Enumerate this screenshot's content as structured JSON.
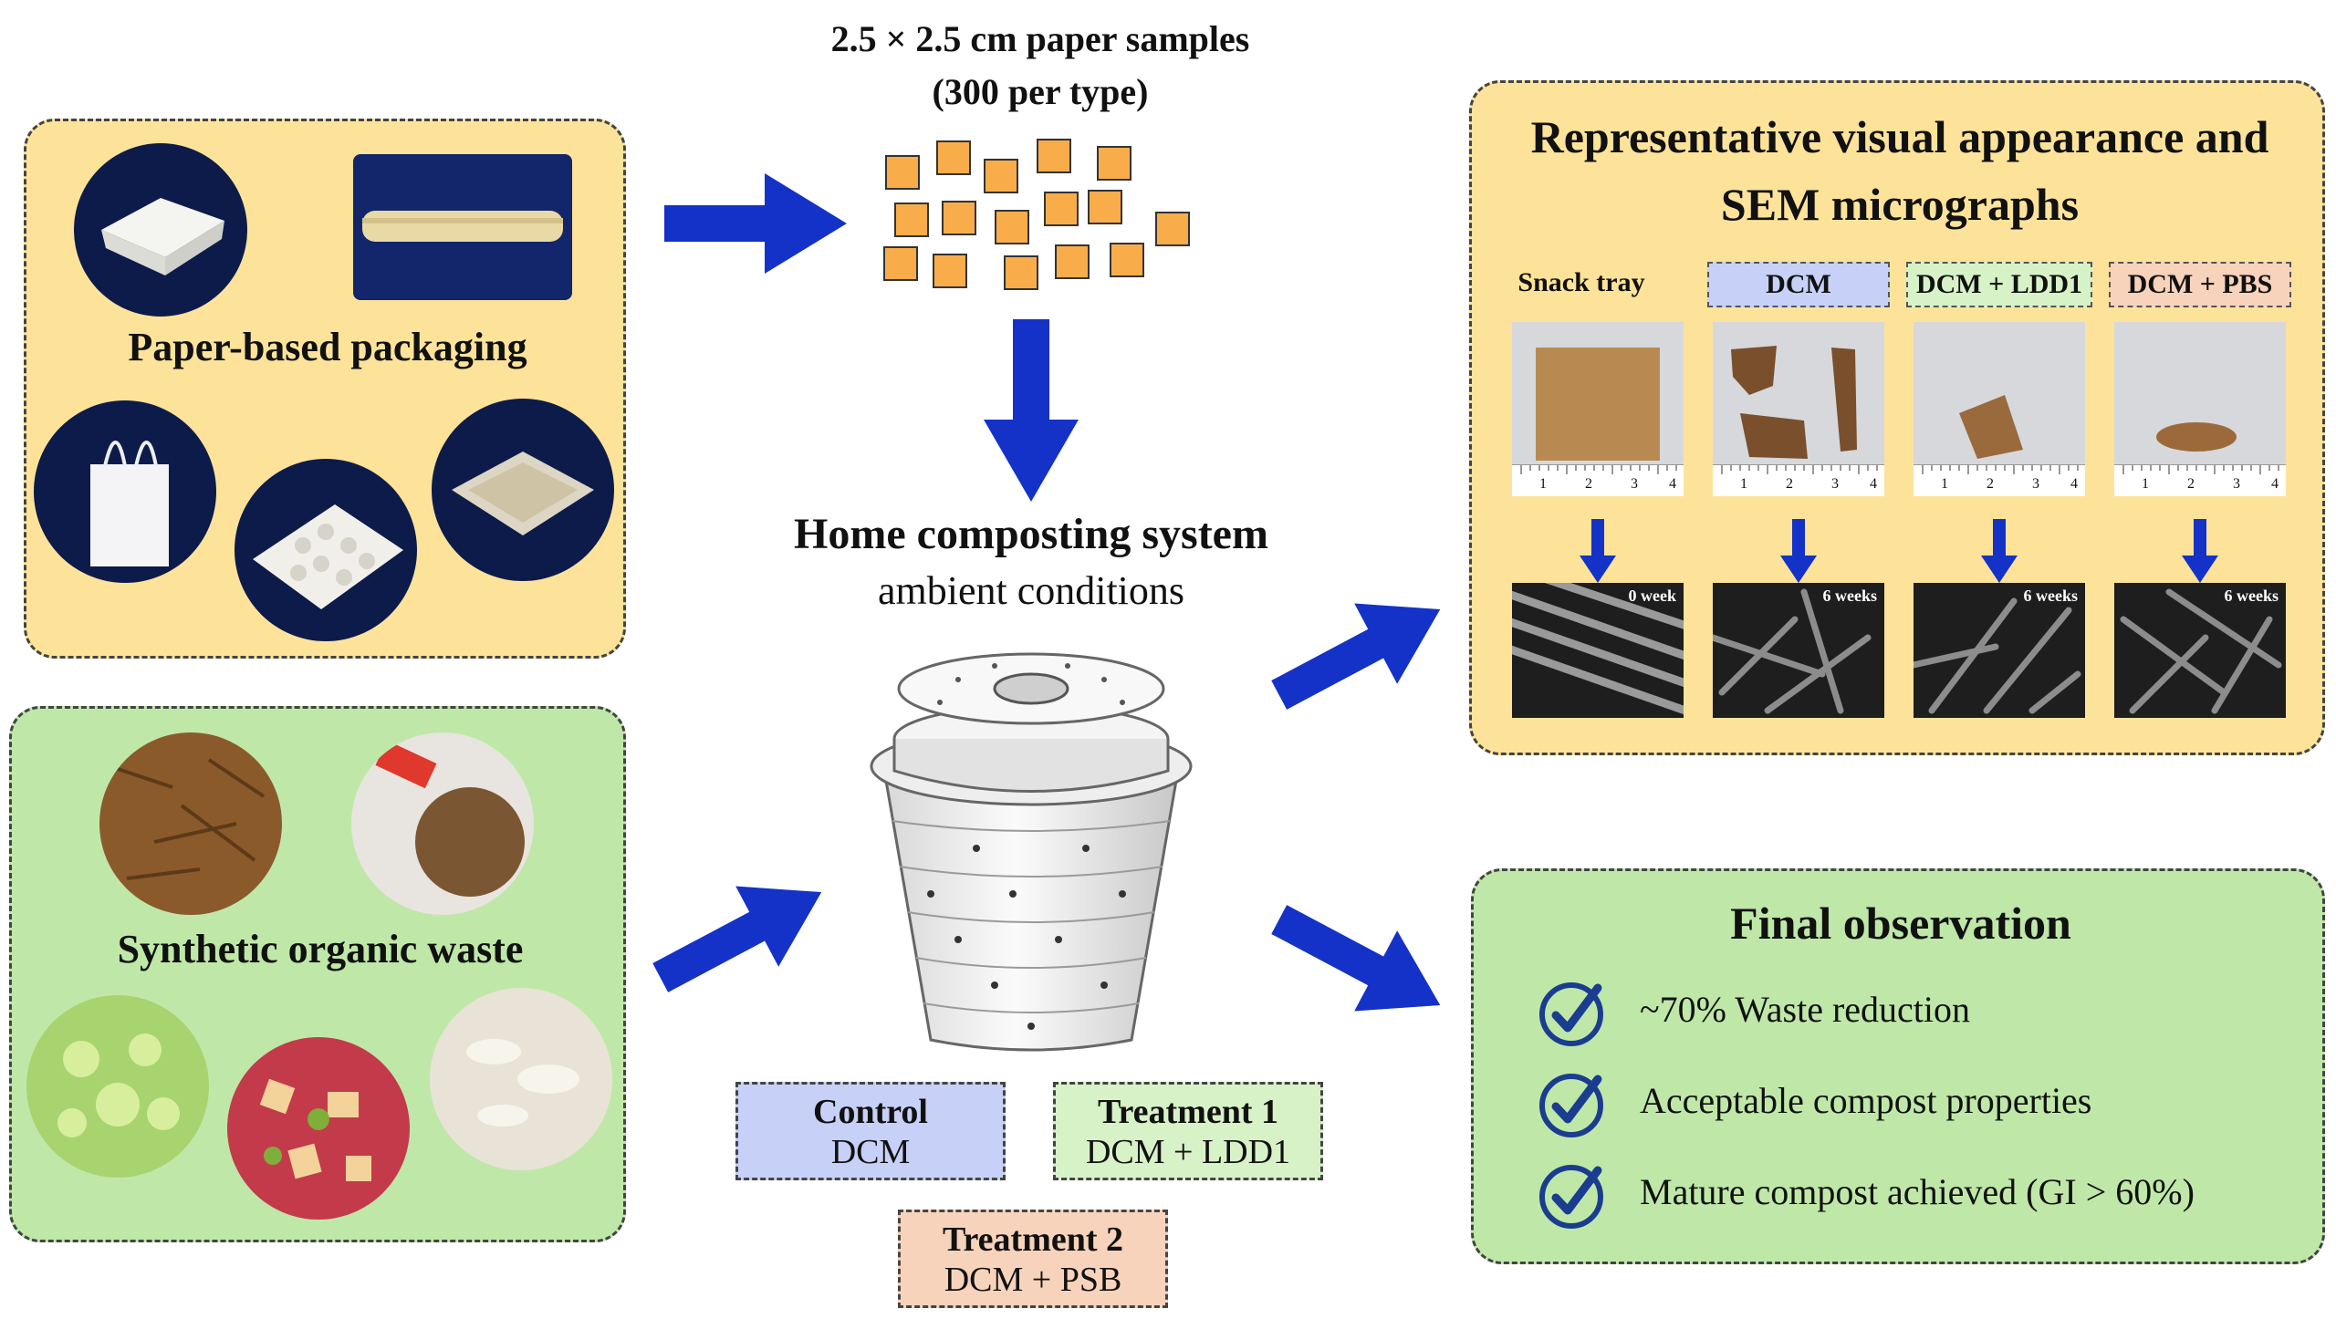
{
  "samples": {
    "line1": "2.5 × 2.5 cm paper samples",
    "line2": "(300 per type)"
  },
  "packaging": {
    "title": "Paper-based packaging"
  },
  "waste": {
    "title": "Synthetic organic waste"
  },
  "home": {
    "title": "Home composting system",
    "subtitle": "ambient conditions"
  },
  "treatments": {
    "control": {
      "title": "Control",
      "detail": "DCM",
      "color": "#c7d1f7"
    },
    "t1": {
      "title": "Treatment 1",
      "detail": "DCM + LDD1",
      "color": "#d8f2c8"
    },
    "t2": {
      "title": "Treatment 2",
      "detail": "DCM + PSB",
      "color": "#f8d3bc"
    }
  },
  "sem": {
    "title_line1": "Representative visual appearance and",
    "title_line2": "SEM micrographs",
    "columns": [
      {
        "label": "Snack tray",
        "time": "0 week",
        "color": "#fde39a"
      },
      {
        "label": "DCM",
        "time": "6 weeks",
        "color": "#c7d1f7"
      },
      {
        "label": "DCM + LDD1",
        "time": "6 weeks",
        "color": "#d8f2c8"
      },
      {
        "label": "DCM + PBS",
        "time": "6 weeks",
        "color": "#f8d3bc"
      }
    ],
    "ruler_ticks": [
      "1",
      "2",
      "3",
      "4"
    ]
  },
  "final": {
    "title": "Final observation",
    "items": [
      "~70% Waste reduction",
      "Acceptable compost properties",
      "Mature compost achieved (GI > 60%)"
    ]
  },
  "colors": {
    "arrow": "#1432c8",
    "yellow_panel": "#fde39a",
    "green_panel": "#bfe8a8"
  }
}
